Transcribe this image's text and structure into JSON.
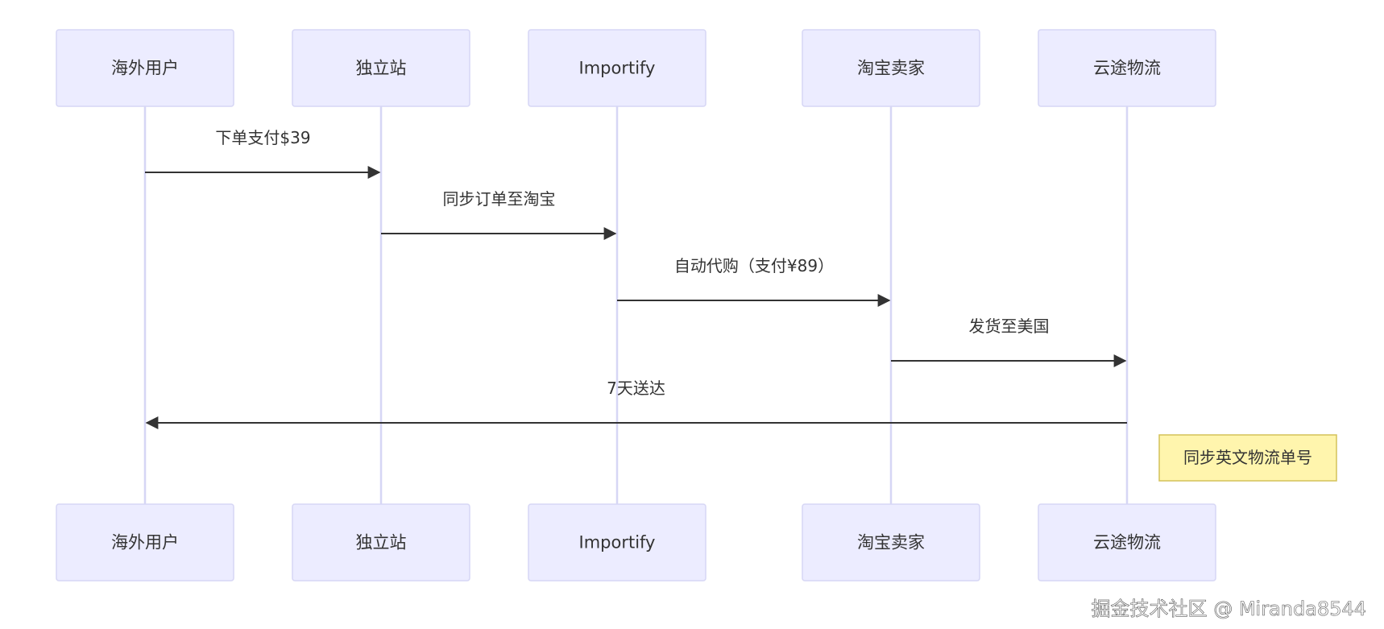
{
  "participants": [
    {
      "id": "user",
      "label": "海外用户"
    },
    {
      "id": "site",
      "label": "独立站"
    },
    {
      "id": "importify",
      "label": "Importify"
    },
    {
      "id": "seller",
      "label": "淘宝卖家"
    },
    {
      "id": "logistics",
      "label": "云途物流"
    }
  ],
  "messages": [
    {
      "from": "user",
      "to": "site",
      "text": "下单支付$39"
    },
    {
      "from": "site",
      "to": "importify",
      "text": "同步订单至淘宝"
    },
    {
      "from": "importify",
      "to": "seller",
      "text": "自动代购（支付¥89）"
    },
    {
      "from": "seller",
      "to": "logistics",
      "text": "发货至美国"
    },
    {
      "from": "logistics",
      "to": "user",
      "text": "7天送达"
    }
  ],
  "note": {
    "over": "logistics",
    "text": "同步英文物流单号"
  },
  "watermark": "掘金技术社区 @ Miranda8544",
  "colors": {
    "actor_fill": "#ececff",
    "actor_stroke": "#d6d6f5",
    "lifeline": "#d6d6f5",
    "arrow": "#333333",
    "note_fill": "#fff5ad",
    "note_stroke": "#d4c25a"
  }
}
